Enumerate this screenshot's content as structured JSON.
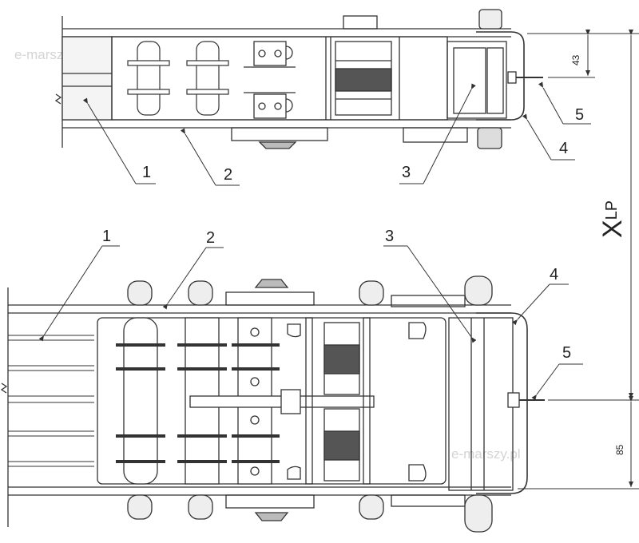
{
  "callouts": {
    "top": [
      "1",
      "2",
      "3",
      "4",
      "5"
    ],
    "bottom": [
      "1",
      "2",
      "3",
      "4",
      "5"
    ]
  },
  "dimensions": {
    "pin_offset_top": "43",
    "pin_offset_bottom": "85",
    "overall_main": "X",
    "overall_sub": "LP"
  },
  "watermarks": [
    "e-marszy.pl",
    "e-marszy.pl"
  ]
}
